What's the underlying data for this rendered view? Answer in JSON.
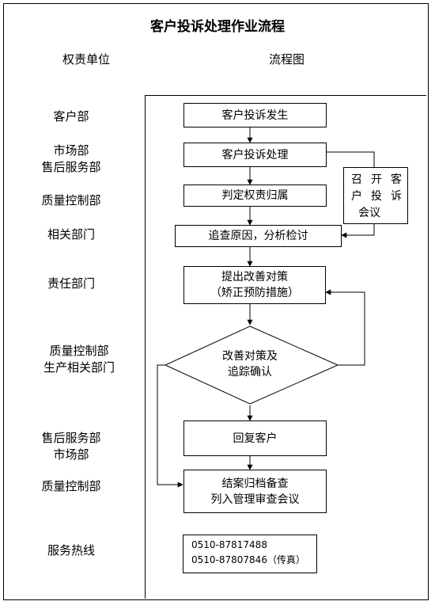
{
  "title": "客户投诉处理作业流程",
  "headers": {
    "dept": "权责单位",
    "flow": "流程图"
  },
  "departments": [
    {
      "lines": [
        "客户部"
      ]
    },
    {
      "lines": [
        "市场部",
        "售后服务部"
      ]
    },
    {
      "lines": [
        "质量控制部"
      ]
    },
    {
      "lines": [
        "相关部门"
      ]
    },
    {
      "lines": [
        "责任部门"
      ]
    },
    {
      "lines": [
        "质量控制部",
        "生产相关部门"
      ]
    },
    {
      "lines": [
        "售后服务部",
        "市场部"
      ]
    },
    {
      "lines": [
        "质量控制部"
      ]
    },
    {
      "lines": [
        "服务热线"
      ]
    }
  ],
  "steps": {
    "occur": "客户投诉发生",
    "handle": "客户投诉处理",
    "judge": "判定权责归属",
    "investigate": "追查原因，分析检讨",
    "propose_1": "提出改善对策",
    "propose_2": "（矫正预防措施）",
    "decision_1": "改善对策及",
    "decision_2": "追踪确认",
    "reply": "回复客户",
    "close_1": "结案归档备查",
    "close_2": "列入管理审查会议"
  },
  "meeting": {
    "c1": "召",
    "c2": "开",
    "c3": "客",
    "c4": "户",
    "c5": "投",
    "c6": "诉",
    "c7": "会议"
  },
  "hotline": [
    "0510-87817488",
    "0510-87807846（传真）"
  ]
}
